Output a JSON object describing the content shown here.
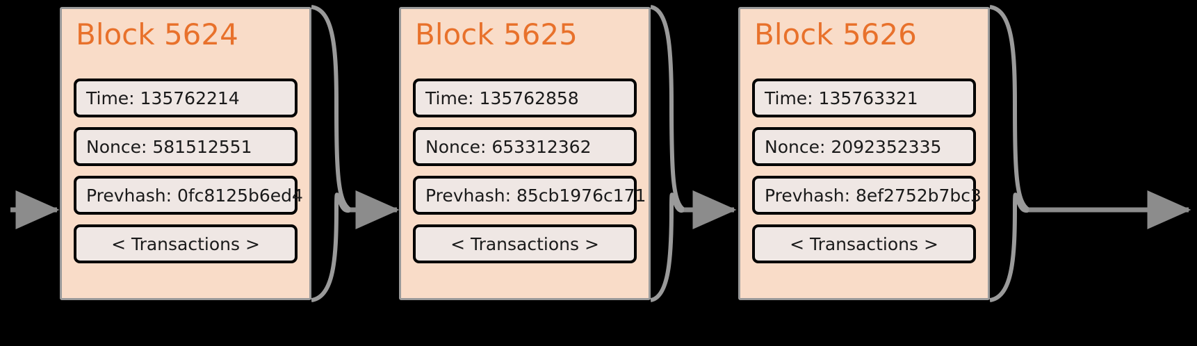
{
  "diagram": {
    "title_prefix": "Block",
    "background_color": "#000000",
    "block_fill": "#f9dcc8",
    "block_border": "#9a9a9a",
    "field_fill": "#efe7e4",
    "field_border": "#000000",
    "title_color": "#e8712b",
    "connector_color": "#9a9a9a",
    "arrow_color": "#8c8c8c"
  },
  "blocks": [
    {
      "title": "Block 5624",
      "fields": [
        {
          "label": "Time: 135762214"
        },
        {
          "label": "Nonce: 581512551"
        },
        {
          "label": "Prevhash: 0fc8125b6ed4"
        },
        {
          "label": "< Transactions >"
        }
      ]
    },
    {
      "title": "Block 5625",
      "fields": [
        {
          "label": "Time: 135762858"
        },
        {
          "label": "Nonce: 653312362"
        },
        {
          "label": "Prevhash: 85cb1976c171"
        },
        {
          "label": "< Transactions >"
        }
      ]
    },
    {
      "title": "Block 5626",
      "fields": [
        {
          "label": "Time: 135763321"
        },
        {
          "label": "Nonce: 2092352335"
        },
        {
          "label": "Prevhash: 8ef2752b7bc3"
        },
        {
          "label": "< Transactions >"
        }
      ]
    }
  ],
  "connectors": [
    {
      "name": "incoming-arrow"
    },
    {
      "name": "link-5624-to-5625"
    },
    {
      "name": "link-5625-to-5626"
    },
    {
      "name": "outgoing-arrow"
    }
  ]
}
